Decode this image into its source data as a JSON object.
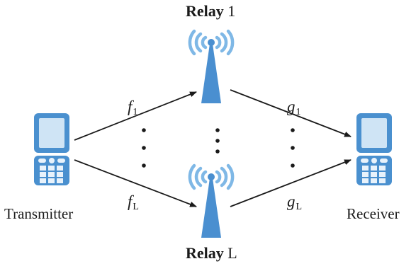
{
  "relays": {
    "top": {
      "word": "Relay",
      "index": "1"
    },
    "bottom": {
      "word": "Relay",
      "index": "L"
    }
  },
  "nodes": {
    "transmitter": "Transmitter",
    "receiver": "Receiver"
  },
  "channels": {
    "f_top": {
      "symbol": "f",
      "sub": "1"
    },
    "f_bottom": {
      "symbol": "f",
      "sub": "L"
    },
    "g_top": {
      "symbol": "g",
      "sub": "1"
    },
    "g_bottom": {
      "symbol": "g",
      "sub": "L"
    }
  },
  "colors": {
    "phone_body": "#4a90cf",
    "phone_screen": "#cfe4f5",
    "tower": "#4a8fd0",
    "wave": "#7fb8e6",
    "arrow": "#1a1a1a"
  }
}
